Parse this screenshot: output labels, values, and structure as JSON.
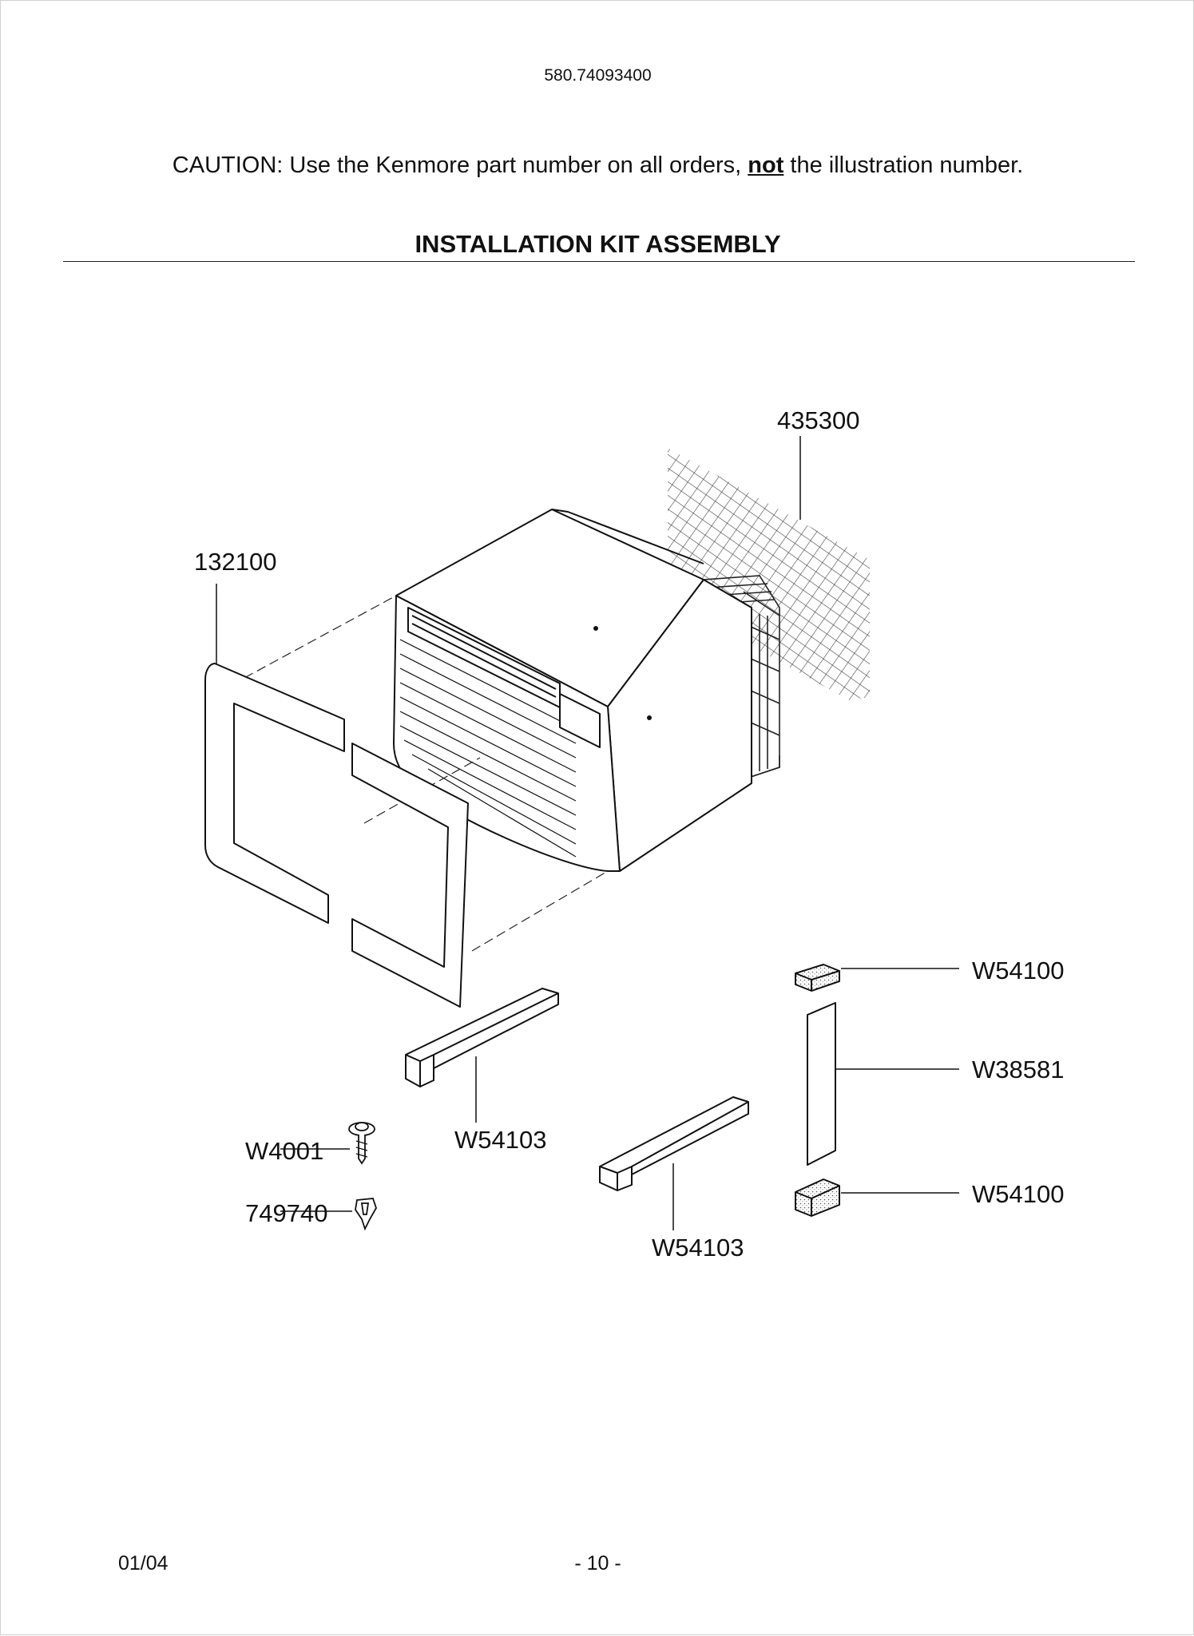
{
  "header": {
    "model_number": "580.74093400",
    "caution_prefix": "CAUTION: Use the Kenmore part number on all orders, ",
    "caution_emphasis": "not",
    "caution_suffix": " the illustration number.",
    "title": "INSTALLATION KIT ASSEMBLY"
  },
  "parts": [
    {
      "id": "435300",
      "description": "mesh screen"
    },
    {
      "id": "132100",
      "description": "front frame"
    },
    {
      "id": "W54100",
      "description": "foam block (top)"
    },
    {
      "id": "W38581",
      "description": "foam strip"
    },
    {
      "id": "W54100",
      "description": "foam block (bottom)"
    },
    {
      "id": "W54103",
      "description": "side support rail (left)"
    },
    {
      "id": "W54103",
      "description": "side support rail (right)"
    },
    {
      "id": "W4001",
      "description": "screw"
    },
    {
      "id": "749740",
      "description": "clip"
    }
  ],
  "footer": {
    "date": "01/04",
    "page": "- 10 -"
  }
}
